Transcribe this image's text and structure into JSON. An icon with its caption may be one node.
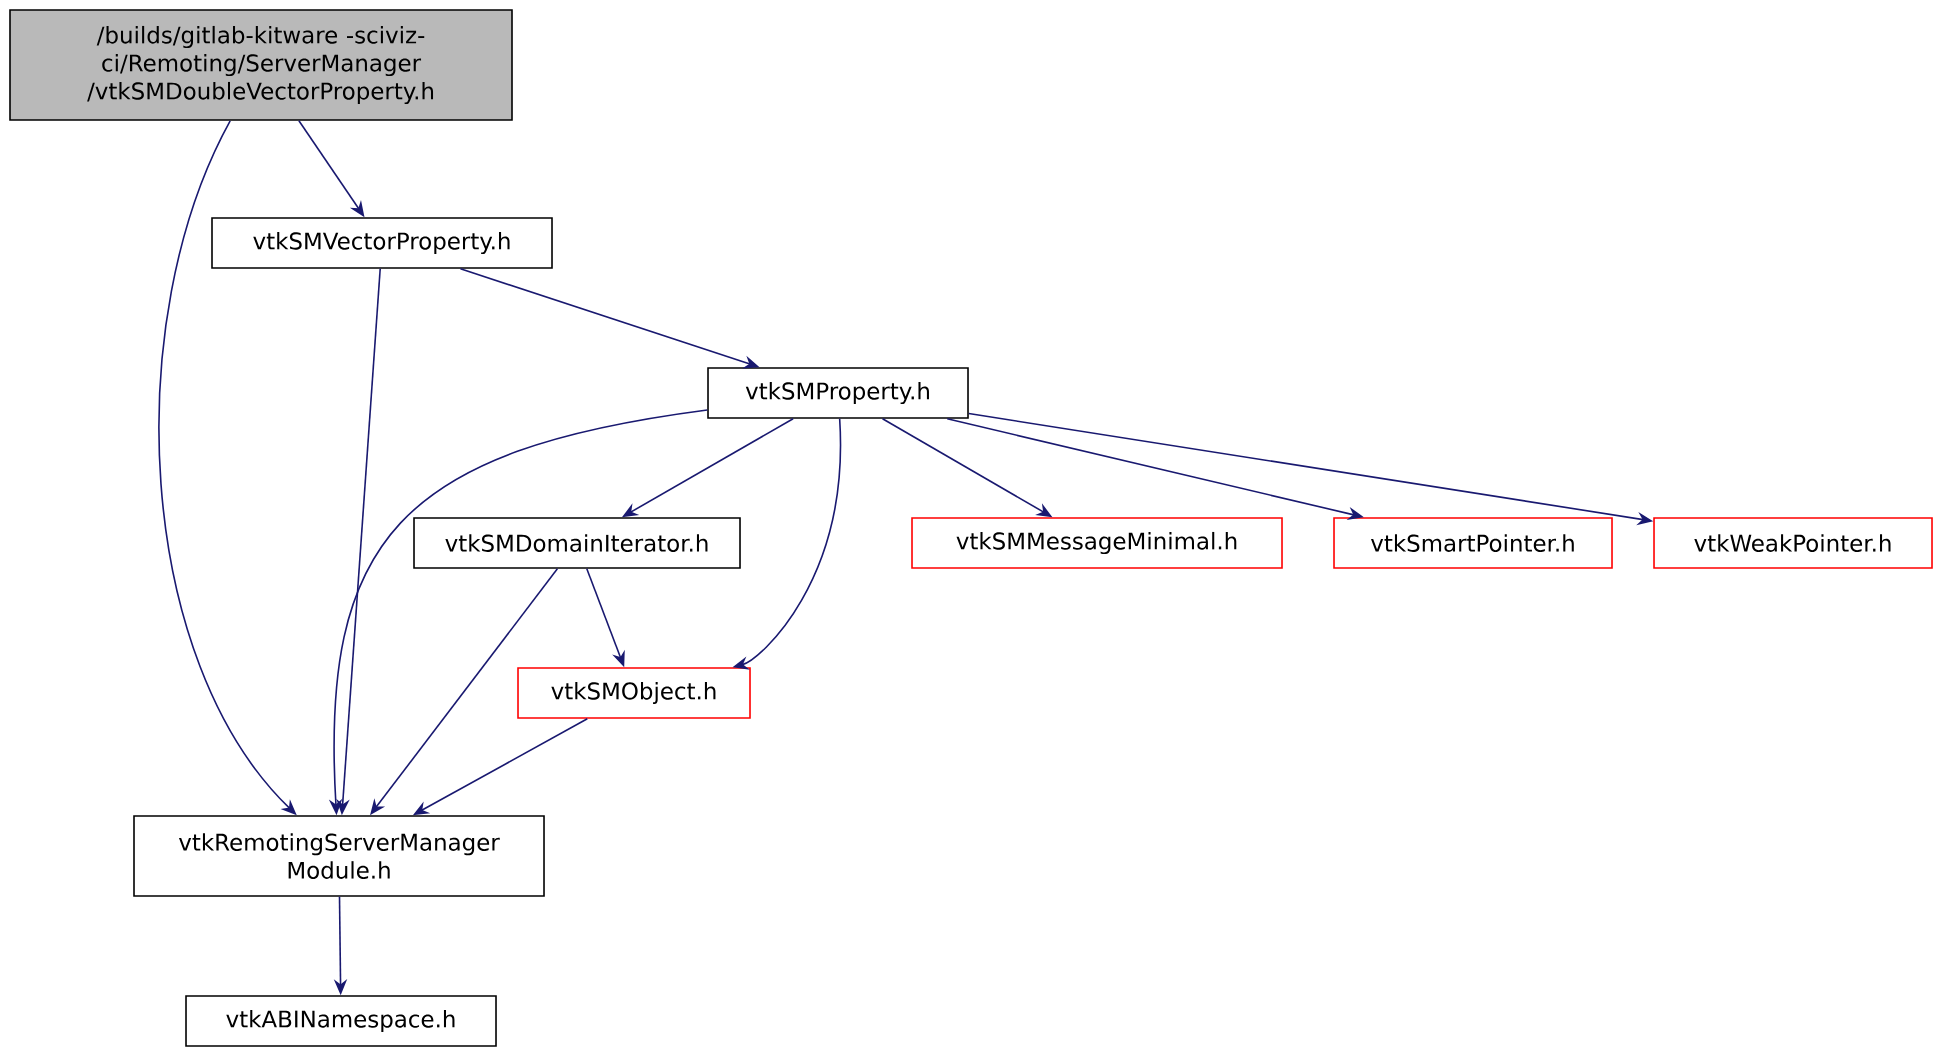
{
  "diagram": {
    "nodes": [
      {
        "text": [
          "/builds/gitlab-kitware -sciviz-ci/Remoting/ServerManager /vtkSMDoubleVectorProperty.h"
        ]
      },
      {
        "text": [
          "vtkSMVectorProperty.h"
        ]
      },
      {
        "text": [
          "vtkSMProperty.h"
        ]
      },
      {
        "text": [
          "vtkSMDomainIterator.h"
        ]
      },
      {
        "text": [
          "vtkSMMessageMinimal.h"
        ]
      },
      {
        "text": [
          "vtkSmartPointer.h"
        ]
      },
      {
        "text": [
          "vtkWeakPointer.h"
        ]
      },
      {
        "text": [
          "vtkSMObject.h"
        ]
      },
      {
        "text": [
          "vtkRemotingServerManager Module.h"
        ]
      },
      {
        "text": [
          "vtkABINamespace.h"
        ]
      }
    ],
    "edges": [
      {
        "from": 0,
        "to": 8,
        "arrow": "to"
      },
      {
        "from": 0,
        "to": 1,
        "arrow": "to"
      },
      {
        "from": 1,
        "to": 8,
        "arrow": "to"
      },
      {
        "from": 1,
        "to": 2,
        "arrow": "to"
      },
      {
        "from": 2,
        "to": 8,
        "arrow": "to"
      },
      {
        "from": 2,
        "to": 3,
        "arrow": "to"
      },
      {
        "from": 2,
        "to": 7,
        "arrow": "to"
      },
      {
        "from": 2,
        "to": 4,
        "arrow": "to"
      },
      {
        "from": 2,
        "to": 5,
        "arrow": "to"
      },
      {
        "from": 2,
        "to": 6,
        "arrow": "to"
      },
      {
        "from": 3,
        "to": 8,
        "arrow": "to"
      },
      {
        "from": 3,
        "to": 7,
        "arrow": "to"
      },
      {
        "from": 7,
        "to": 8,
        "arrow": "to"
      },
      {
        "from": 8,
        "to": 9,
        "arrow": "to"
      }
    ]
  }
}
